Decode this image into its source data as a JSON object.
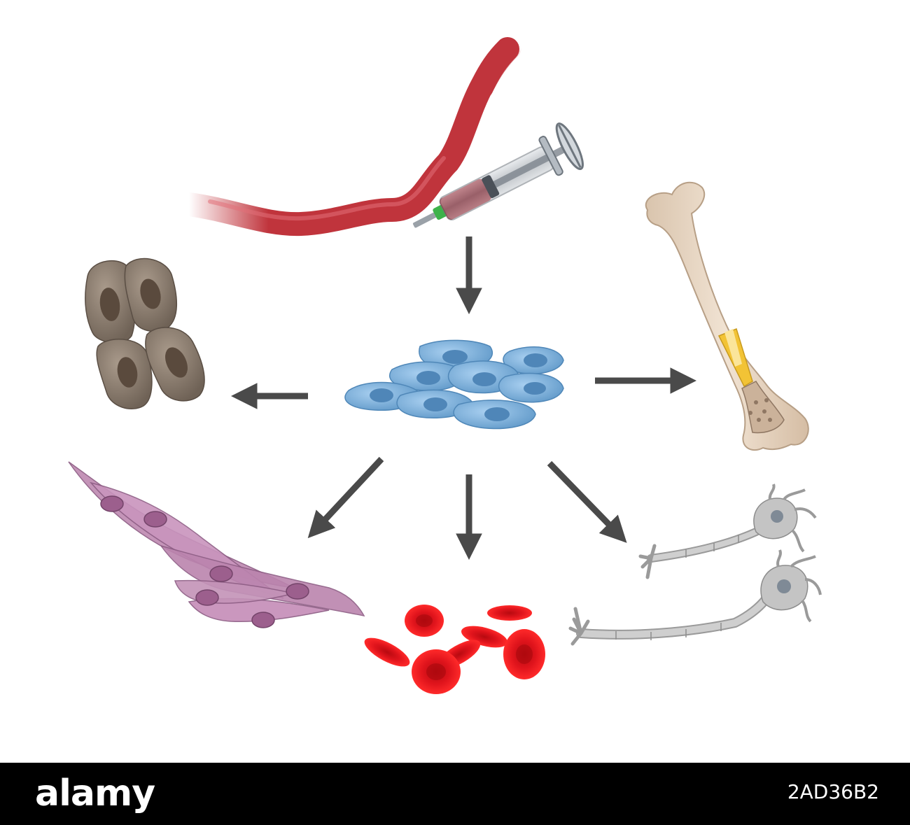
{
  "diagram": {
    "colors": {
      "background": "#ffffff",
      "arrow": "#4a4a4a",
      "vein": "#c0343c",
      "stem_cell": "#7fb4de",
      "skin_cell": "#8a7b6c",
      "bone": "#e8d6c2",
      "marrow": "#f2c335",
      "muscle_cell": "#c08bb3",
      "red_blood_cell": "#e0141c",
      "neuron": "#b9b9b9"
    },
    "nodes": [
      {
        "name": "vein-with-syringe",
        "icon": "syringe-icon"
      },
      {
        "name": "stem-cell-cluster",
        "icon": "stem-cell-icon"
      },
      {
        "name": "epithelial-cells",
        "icon": "skin-cell-icon"
      },
      {
        "name": "bone-with-marrow",
        "icon": "bone-icon"
      },
      {
        "name": "smooth-muscle-cells",
        "icon": "muscle-cell-icon"
      },
      {
        "name": "red-blood-cells",
        "icon": "blood-cell-icon"
      },
      {
        "name": "neurons",
        "icon": "neuron-icon"
      }
    ],
    "edges": [
      {
        "from": "vein-with-syringe",
        "to": "stem-cell-cluster"
      },
      {
        "from": "stem-cell-cluster",
        "to": "epithelial-cells"
      },
      {
        "from": "stem-cell-cluster",
        "to": "bone-with-marrow"
      },
      {
        "from": "stem-cell-cluster",
        "to": "smooth-muscle-cells"
      },
      {
        "from": "stem-cell-cluster",
        "to": "red-blood-cells"
      },
      {
        "from": "stem-cell-cluster",
        "to": "neurons"
      }
    ]
  },
  "footer": {
    "wordmark": "alamy",
    "image_id": "2AD36B2"
  }
}
